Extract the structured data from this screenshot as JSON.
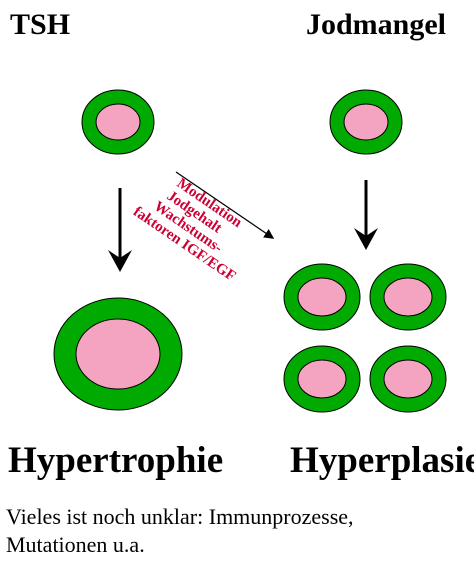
{
  "labels": {
    "trigger_left": "TSH",
    "trigger_right": "Jodmangel",
    "outcome_left": "Hypertrophie",
    "outcome_right": "Hyperplasie"
  },
  "modulators": [
    "Modulation",
    "Jodgehalt",
    "Wachstums-",
    "faktoren IGF/EGF"
  ],
  "note": [
    "Vieles ist noch unklar: Immunprozesse,",
    "Mutationen u.a."
  ],
  "colors": {
    "cell_wall": "#00aa00",
    "cell_lumen": "#f4a4c0",
    "modulator_text": "#cc0033",
    "arrow": "#000000"
  }
}
